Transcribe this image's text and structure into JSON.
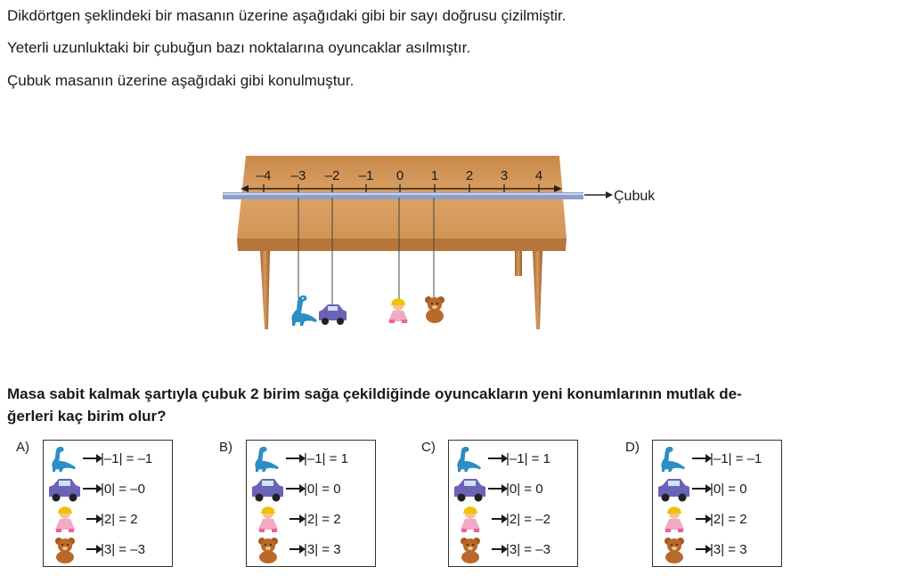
{
  "intro": {
    "line1": "Dikdörtgen şeklindeki bir masanın üzerine aşağıdaki gibi bir sayı doğrusu çizilmiştir.",
    "line2": "Yeterli uzunluktaki bir çubuğun bazı noktalarına oyuncaklar asılmıştır.",
    "line3": "Çubuk masanın üzerine aşağıdaki gibi konulmuştur."
  },
  "figure": {
    "numbers": [
      "–4",
      "–3",
      "–2",
      "–1",
      "0",
      "1",
      "2",
      "3",
      "4"
    ],
    "rod_label": "Çubuk",
    "colors": {
      "table_top": "#d79a5a",
      "table_edge": "#b8753a",
      "rod": "#8f9ec9"
    },
    "toys": [
      "dinosaur-icon",
      "car-icon",
      "doll-icon",
      "teddy-bear-icon"
    ]
  },
  "question": {
    "line1": "Masa sabit kalmak şartıyla çubuk 2 birim sağa çekildiğinde oyuncakların yeni konumlarının mutlak de-",
    "line2": "ğerleri kaç birim olur?"
  },
  "options": [
    {
      "letter": "A)",
      "rows": [
        "|–1| = –1",
        "|0| = –0",
        "|2| = 2",
        "|3| = –3"
      ]
    },
    {
      "letter": "B)",
      "rows": [
        "|–1| = 1",
        "|0| = 0",
        "|2| = 2",
        "|3| = 3"
      ]
    },
    {
      "letter": "C)",
      "rows": [
        "|–1| = 1",
        "|0| = 0",
        "|2| = –2",
        "|3| = –3"
      ]
    },
    {
      "letter": "D)",
      "rows": [
        "|–1| = –1",
        "|0| = 0",
        "|2| = 2",
        "|3| = 3"
      ]
    }
  ]
}
